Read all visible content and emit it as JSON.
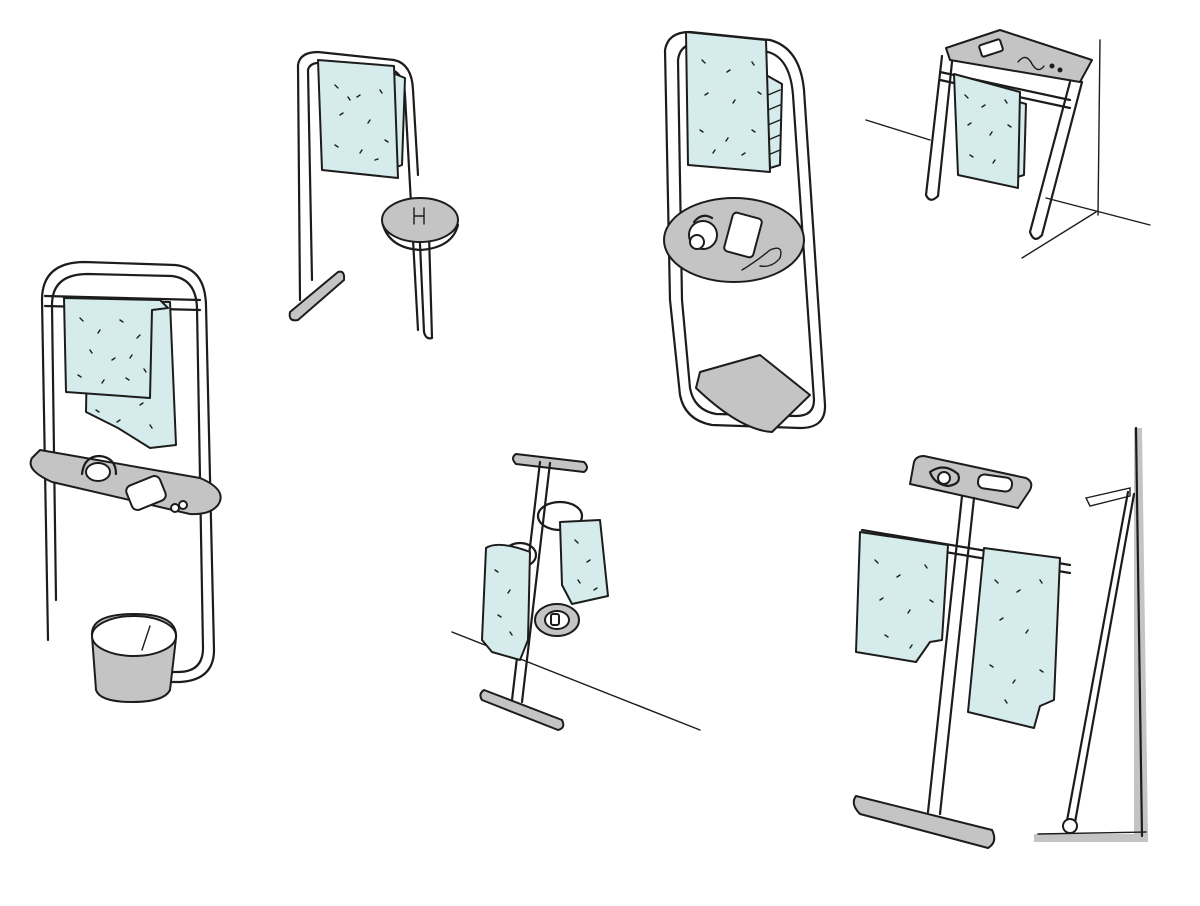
{
  "colors": {
    "ink": "#1c1c1c",
    "towel": "#d6ebeb",
    "grey": "#c4c4c4",
    "paper": "#ffffff"
  },
  "sketches": [
    {
      "name": "mirror-frame-stand-with-shelf-and-bin",
      "towels": 1
    },
    {
      "name": "towel-rack-with-round-tray",
      "towels": 1
    },
    {
      "name": "tall-frame-with-oval-tray-and-footplate",
      "towels": 1
    },
    {
      "name": "wall-side-table-with-towel-bar",
      "towels": 1
    },
    {
      "name": "pole-valet-with-rings",
      "towels": 2
    },
    {
      "name": "t-stand-with-tray-and-towel-bar",
      "towels": 2
    },
    {
      "name": "leaning-pole-against-wall",
      "towels": 0
    }
  ]
}
